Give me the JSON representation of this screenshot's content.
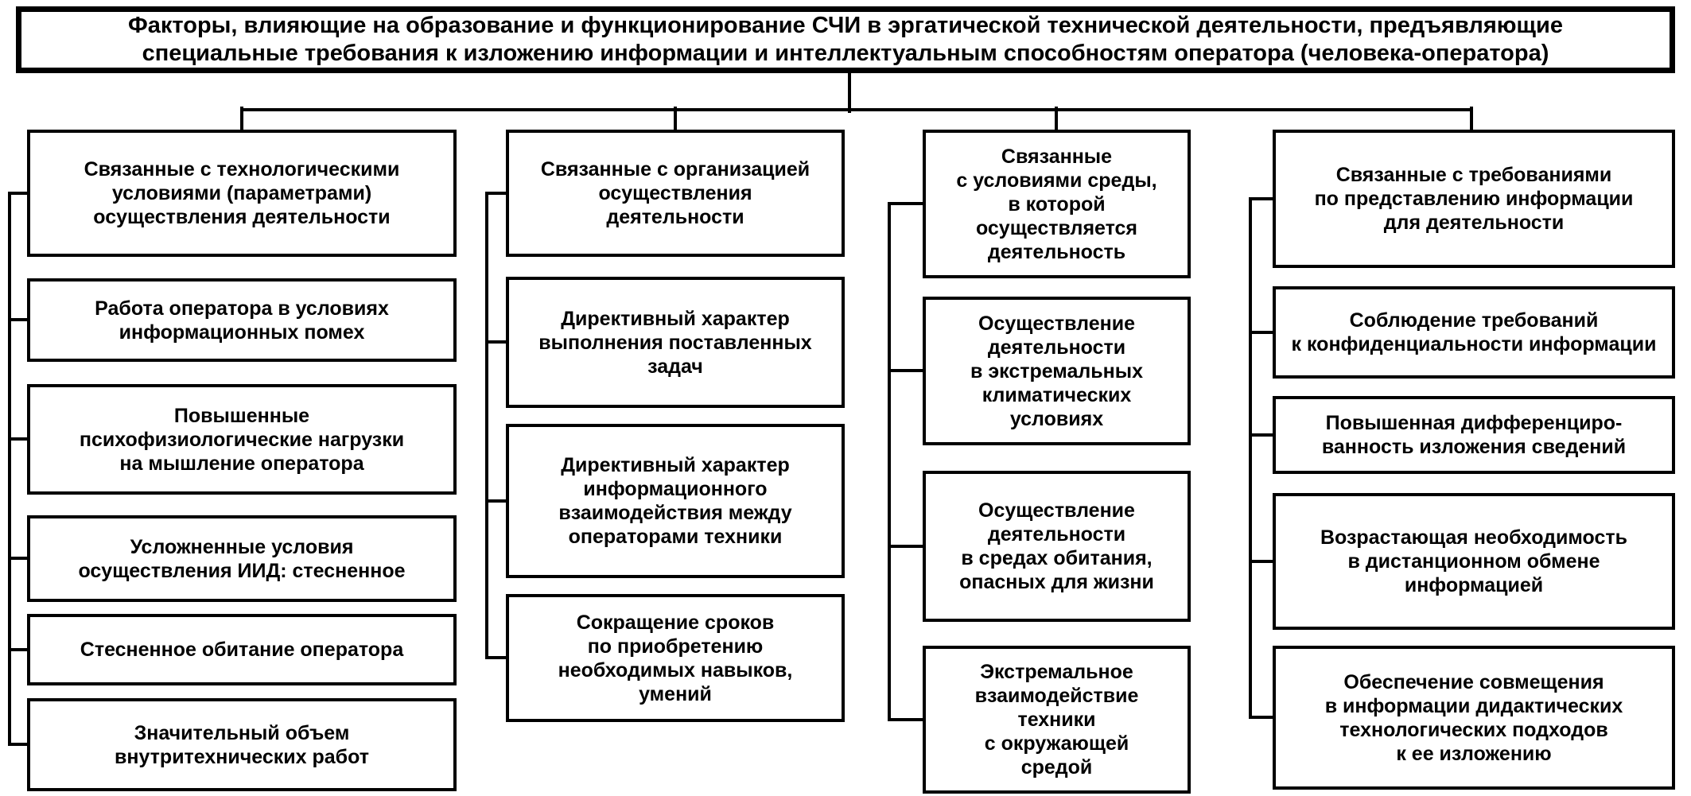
{
  "diagram": {
    "title": "Факторы, влияющие на образование и функционирование СЧИ в эргатической технической деятельности, предъявляющие\nспециальные требования к изложению информации и интеллектуальным способностям оператора (человека-оператора)",
    "columns": [
      {
        "header": "Связанные с технологическими\nусловиями (параметрами)\nосуществления деятельности",
        "children": [
          "Работа оператора в условиях\nинформационных помех",
          "Повышенные\nпсихофизиологические нагрузки\nна мышление оператора",
          "Усложненные условия\nосуществления ИИД: стесненное",
          "Стесненное обитание оператора",
          "Значительный объем\nвнутритехнических работ"
        ]
      },
      {
        "header": "Связанные с организацией\nосуществления\nдеятельности",
        "children": [
          "Директивный характер\nвыполнения поставленных\nзадач",
          "Директивный характер\nинформационного\nвзаимодействия между\nоператорами техники",
          "Сокращение сроков\nпо приобретению\nнеобходимых навыков,\nумений"
        ]
      },
      {
        "header": "Связанные\nс условиями среды,\nв которой\nосуществляется\nдеятельность",
        "children": [
          "Осуществление\nдеятельности\nв экстремальных\nклиматических\nусловиях",
          "Осуществление\nдеятельности\nв средах обитания,\nопасных для жизни",
          "Экстремальное\nвзаимодействие\nтехники\nс окружающей\nсредой"
        ]
      },
      {
        "header": "Связанные с требованиями\nпо представлению информации\nдля деятельности",
        "children": [
          "Соблюдение требований\nк конфиденциальности информации",
          "Повышенная дифференциро-\nванность изложения сведений",
          "Возрастающая необходимость\nв дистанционном обмене\nинформацией",
          "Обеспечение совмещения\nв информации дидактических\nтехнологических подходов\nк ее изложению"
        ]
      }
    ],
    "colors": {
      "line": "#000000",
      "box_border": "#000000",
      "background": "#ffffff",
      "text": "#000000"
    }
  }
}
